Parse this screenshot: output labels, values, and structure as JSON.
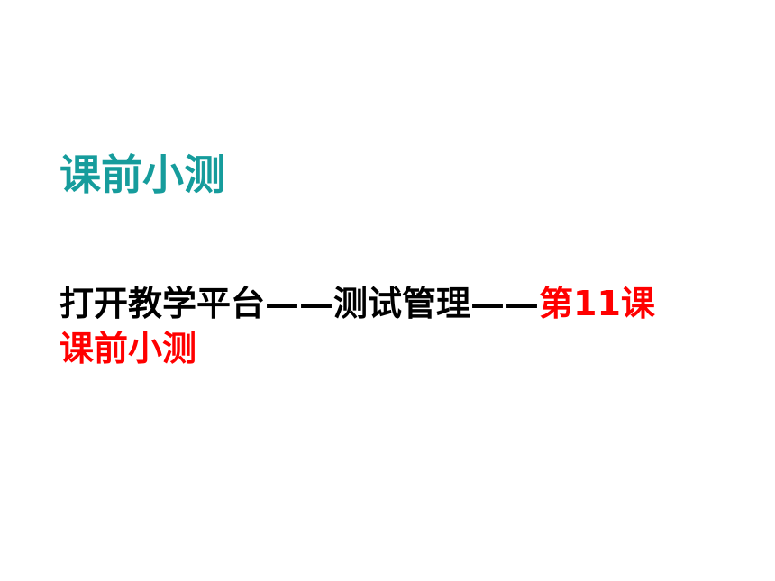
{
  "slide": {
    "title": "课前小测",
    "instruction": {
      "part1": "打开教学平台——测试管理——",
      "part2": "第11课",
      "part3": "课前小测"
    }
  },
  "colors": {
    "title": "#169c9c",
    "body": "#000000",
    "highlight": "#ff0000",
    "background": "#ffffff"
  }
}
